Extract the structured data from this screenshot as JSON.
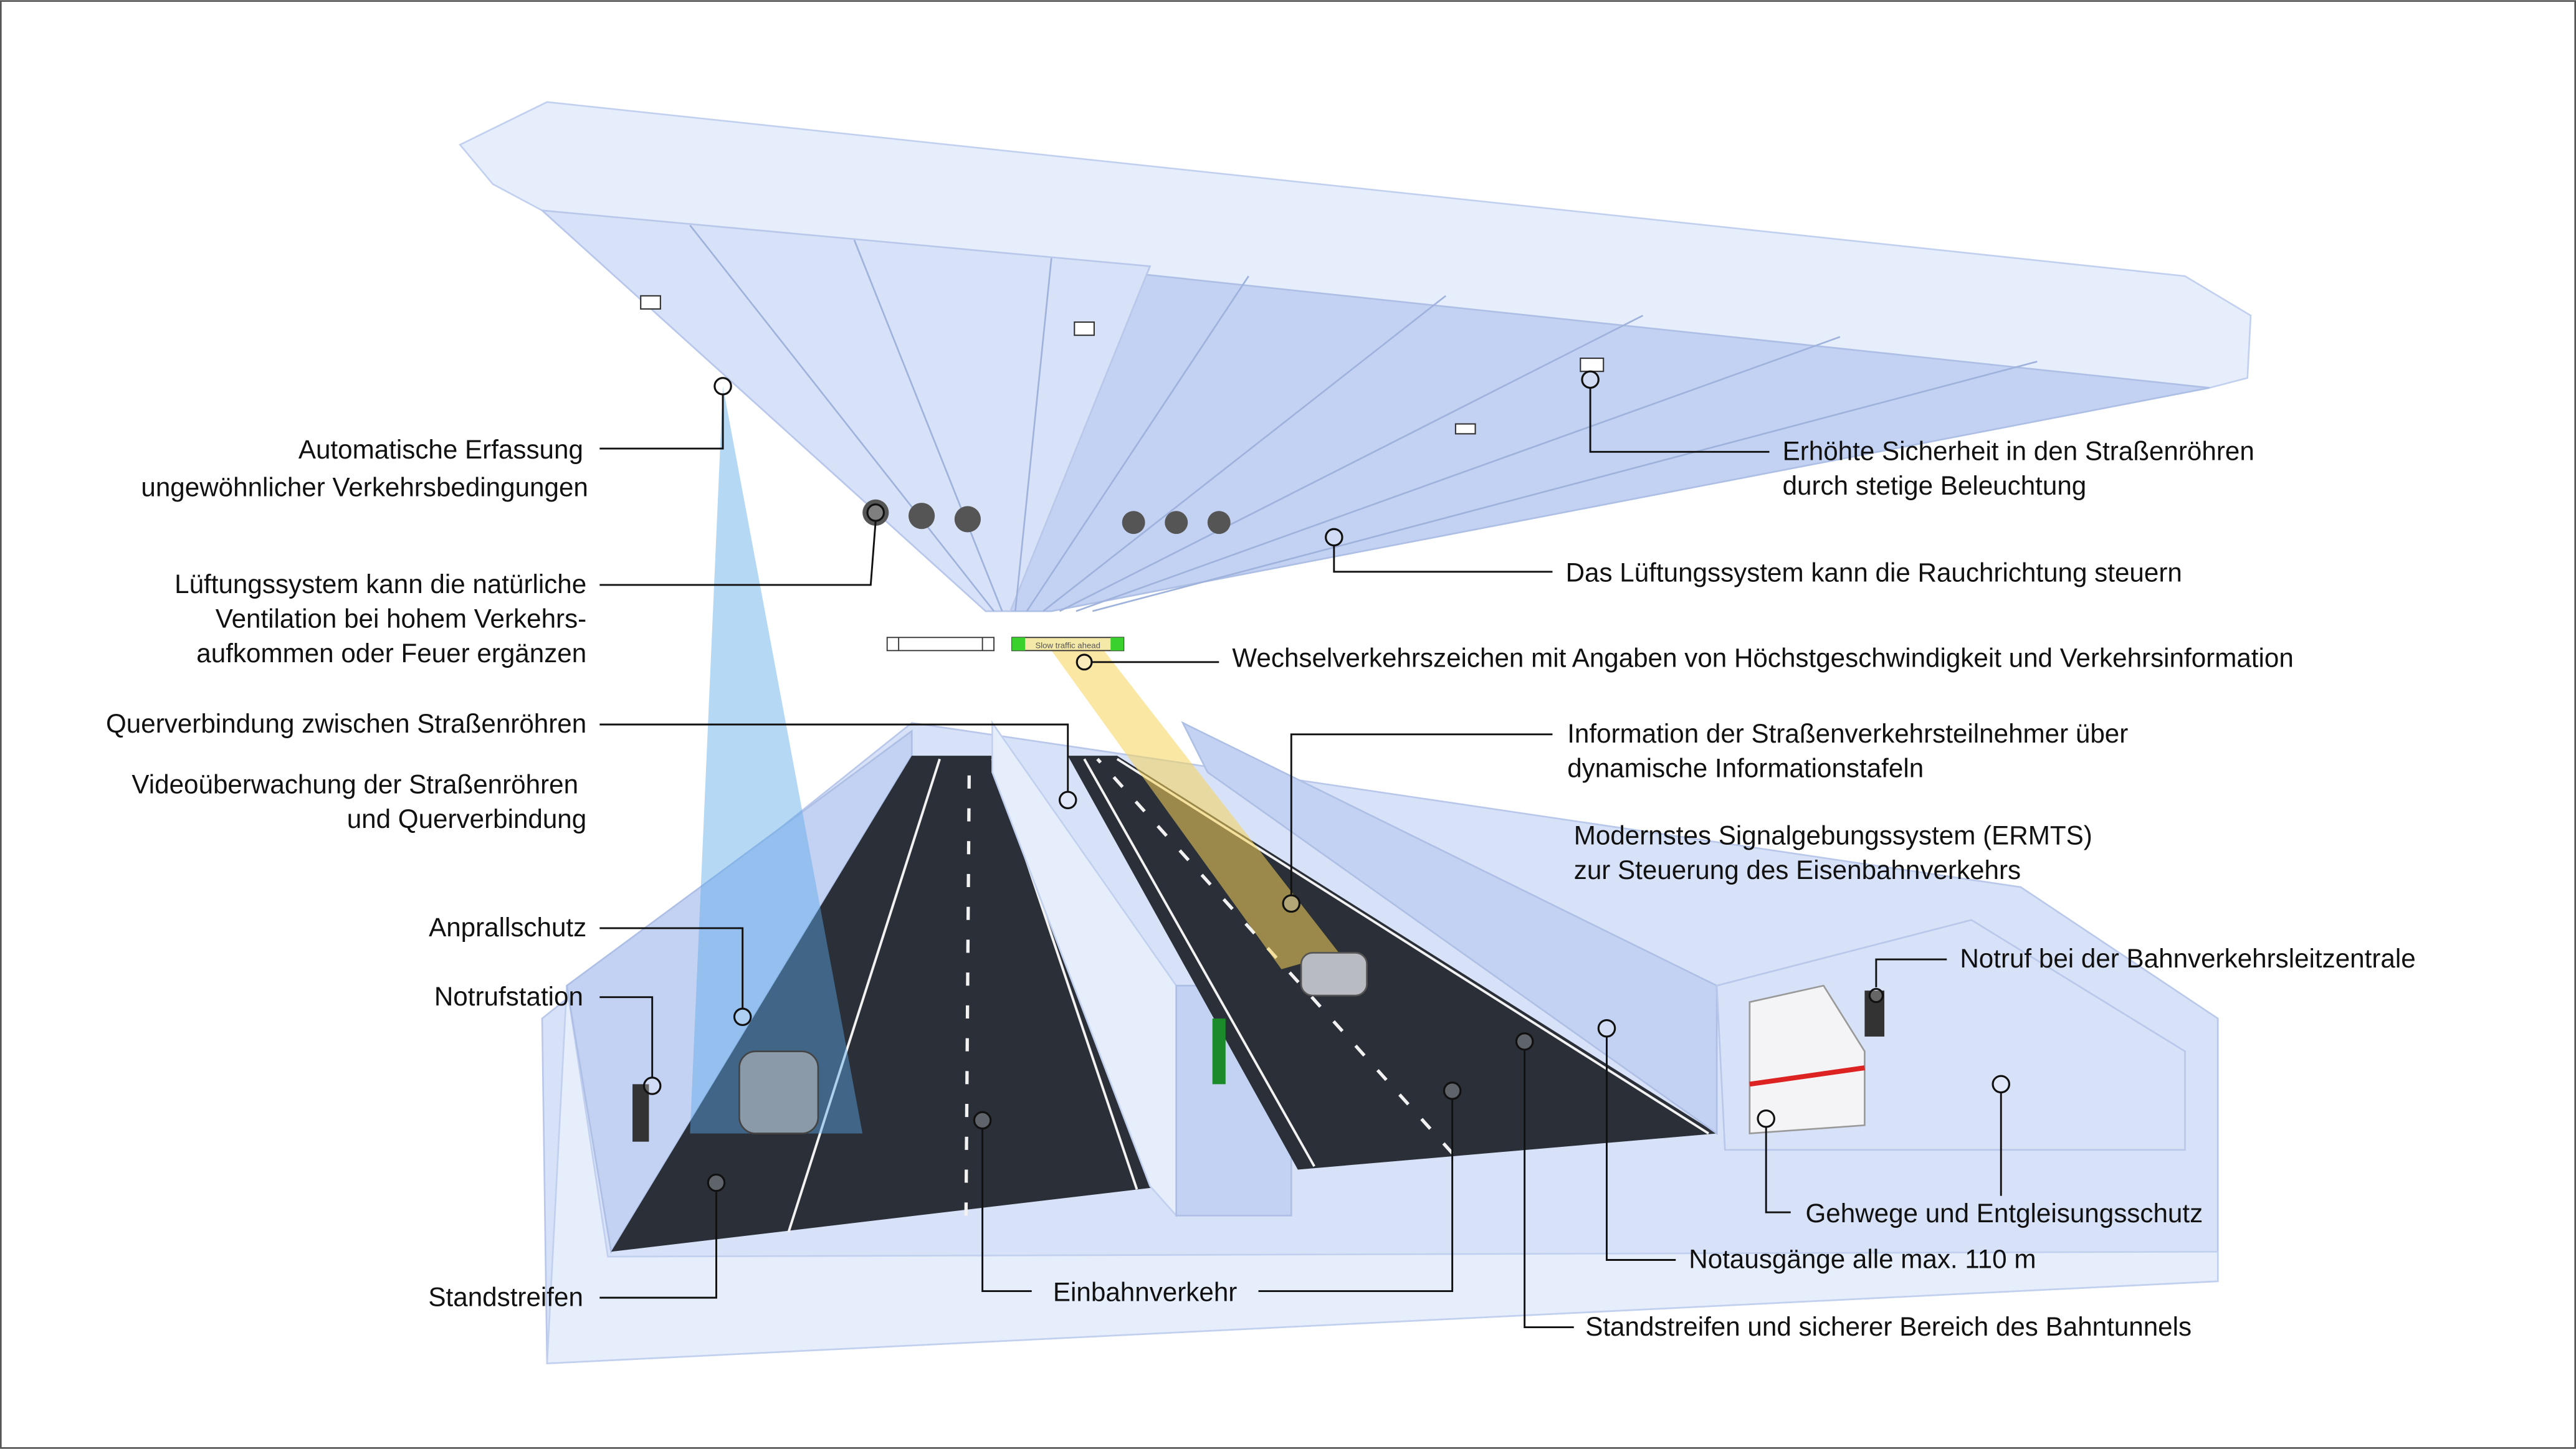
{
  "colors": {
    "concrete": "#d7e1f7",
    "road": "#2a2f38",
    "camera_cone": "#5aa8e8",
    "sign_cone": "#f5d35a",
    "sign_green": "#3ad12c"
  },
  "sign": {
    "text": "Slow traffic ahead",
    "icon": "arrow-down-icon"
  },
  "labels": {
    "automatic_detection": [
      "Automatische Erfassung",
      "ungewöhnlicher Verkehrsbedingungen"
    ],
    "ventilation_natural": [
      "Lüftungssystem kann die natürliche",
      "Ventilation bei hohem Verkehrs-",
      "aufkommen oder Feuer ergänzen"
    ],
    "cross_connection": [
      "Querverbindung zwischen Straßenröhren"
    ],
    "video_surveillance": [
      "Videoüberwachung der Straßenröhren",
      "und Querverbindung"
    ],
    "crash_barrier": [
      "Anprallschutz"
    ],
    "emergency_station": [
      "Notrufstation"
    ],
    "hard_shoulder": [
      "Standstreifen"
    ],
    "one_way": [
      "Einbahnverkehr"
    ],
    "lighting": [
      "Erhöhte Sicherheit in den Straßenröhren",
      "durch stetige Beleuchtung"
    ],
    "smoke_control": [
      "Das Lüftungssystem kann die Rauchrichtung steuern"
    ],
    "variable_signs": [
      "Wechselverkehrszeichen mit Angaben von Höchstgeschwindigkeit und Verkehrsinformation"
    ],
    "info_boards": [
      "Information der Straßenverkehrsteilnehmer über",
      "dynamische Informationstafeln"
    ],
    "ermts": [
      "Modernstes Signalgebungssystem (ERMTS)",
      "zur Steuerung des Eisenbahnverkehrs"
    ],
    "rail_emergency_call": [
      "Notruf bei der Bahnverkehrsleitzentrale"
    ],
    "walkways": [
      "Gehwege und Entgleisungsschutz"
    ],
    "emergency_exits": [
      "Notausgänge alle max. 110 m"
    ],
    "rail_safe_area": [
      "Standstreifen und sicherer Bereich des Bahntunnels"
    ]
  }
}
